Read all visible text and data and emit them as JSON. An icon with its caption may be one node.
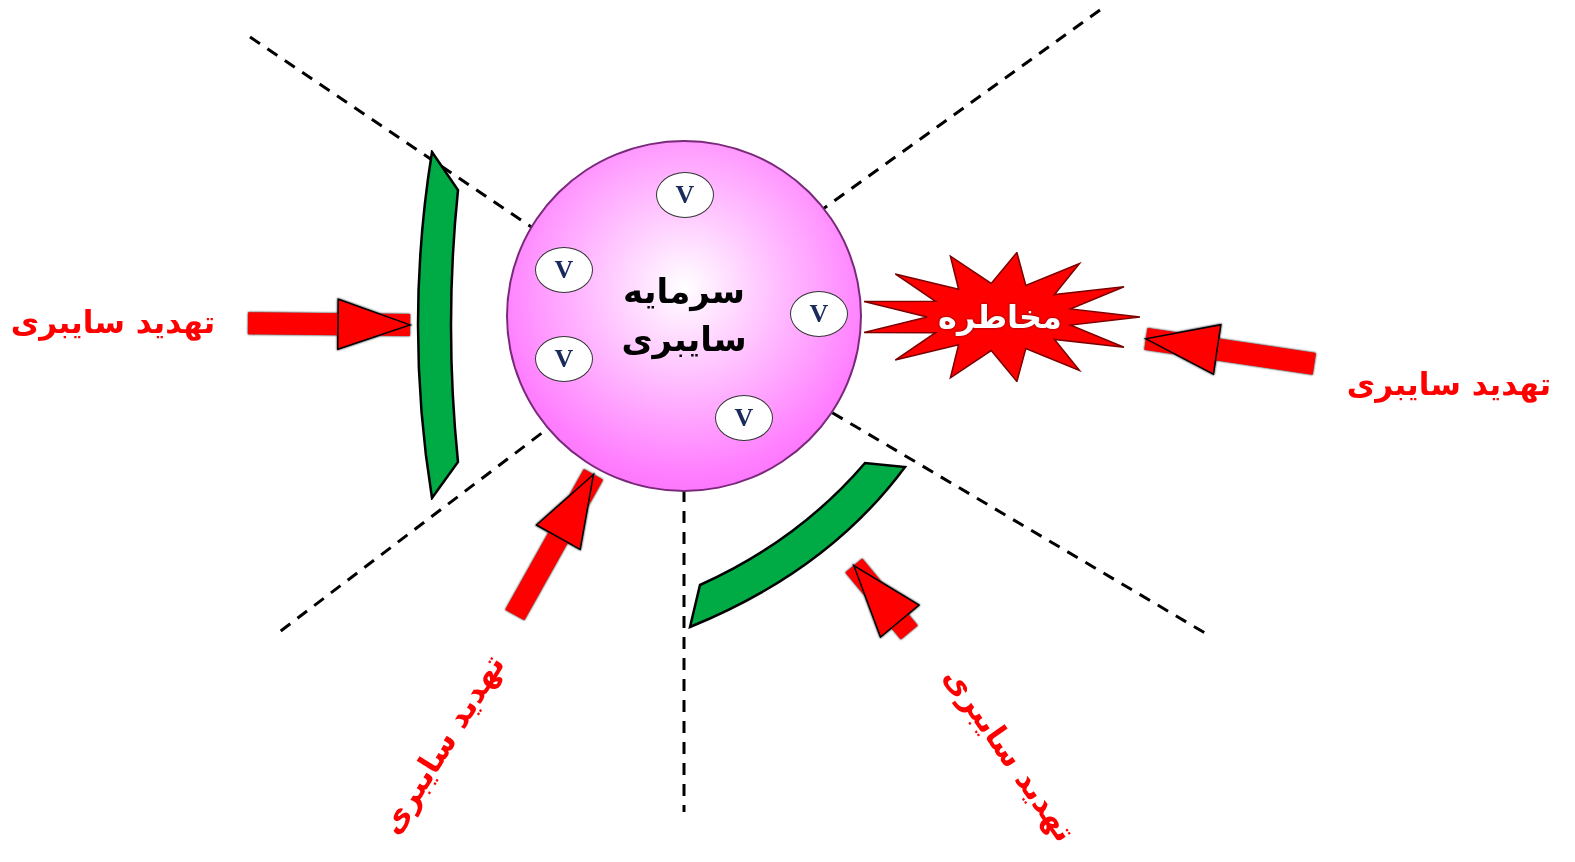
{
  "diagram": {
    "nodes": [
      {
        "text": [
          "سرمایه سایبری"
        ]
      },
      {
        "text": [
          "V"
        ],
        "in": 0
      },
      {
        "text": [
          "V"
        ],
        "in": 0
      },
      {
        "text": [
          "V"
        ],
        "in": 0
      },
      {
        "text": [
          "V"
        ],
        "in": 0
      },
      {
        "text": [
          "V"
        ],
        "in": 0
      },
      {
        "text": [
          "مخاطره"
        ]
      },
      {
        "text": [
          "تهدید سایبری"
        ]
      },
      {
        "text": [
          "تهدید سایبری"
        ]
      },
      {
        "text": [
          "تهدید سایبری"
        ]
      },
      {
        "text": [
          "تهدید سایبری"
        ]
      },
      {
        "text": [],
        "shape": "bar"
      },
      {
        "text": [],
        "shape": "bar"
      }
    ],
    "edges": [
      {
        "from": 7,
        "to": 11,
        "arrow": "to"
      },
      {
        "from": 8,
        "to": 6,
        "arrow": "to"
      },
      {
        "from": 9,
        "to": 0,
        "arrow": "to"
      },
      {
        "from": 10,
        "to": 12,
        "arrow": "to"
      }
    ]
  }
}
